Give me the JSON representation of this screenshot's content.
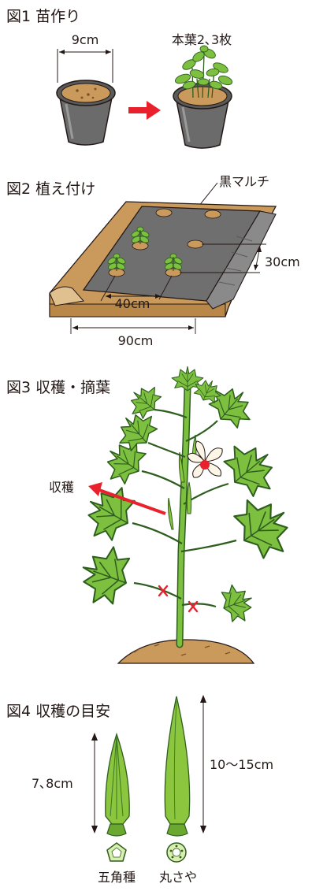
{
  "fig1": {
    "title": "図1  苗作り",
    "width_label": "9cm",
    "leaves_label": "本葉2､3枚"
  },
  "fig2": {
    "title": "図2  植え付け",
    "mulch_label": "黒マルチ",
    "plant_spacing_label": "40cm",
    "bed_width_label": "90cm",
    "row_spacing_label": "30cm"
  },
  "fig3": {
    "title": "図3  収穫・摘葉",
    "harvest_label": "収穫"
  },
  "fig4": {
    "title": "図4  収穫の目安",
    "pentagon_length_label": "7､8cm",
    "round_length_label": "10〜15cm",
    "pentagon_name": "五角種",
    "round_name": "丸さや"
  },
  "colors": {
    "leaf": "#7dbf3f",
    "leaf_dark": "#3f7d2a",
    "pod": "#8cc63f",
    "soil": "#c99a5b",
    "pot": "#6b6b6b",
    "mulch": "#6f6f6f",
    "harvest_arrow": "#e8212c",
    "flower_center": "#e8212c"
  }
}
